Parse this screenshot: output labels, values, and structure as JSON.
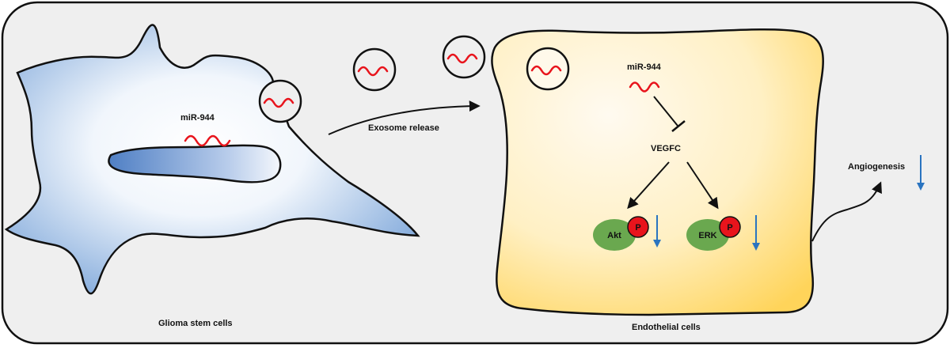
{
  "labels": {
    "mirna_gsc": "miR-944",
    "mirna_ec": "miR-944",
    "exosome_release": "Exosome release",
    "vegfc": "VEGFC",
    "akt": "Akt",
    "erk": "ERK",
    "phospho": "P",
    "angiogenesis": "Angiogenesis",
    "glioma_stem_cells": "Glioma stem cells",
    "endothelial_cells": "Endothelial cells"
  },
  "colors": {
    "panel_bg": "#efefef",
    "mirna_wave": "#e8141c",
    "phospho": "#e8141c",
    "kinase": "#6aa84f",
    "down_arrow": "#2a74c0",
    "endothelial_fill": "#fff3cf",
    "endothelial_edge": "#ffd45a",
    "glioma_fill": "#8fb4e0"
  },
  "icons": {
    "down_arrow": "down-arrow-icon",
    "inhibition": "inhibition-bar-icon"
  }
}
